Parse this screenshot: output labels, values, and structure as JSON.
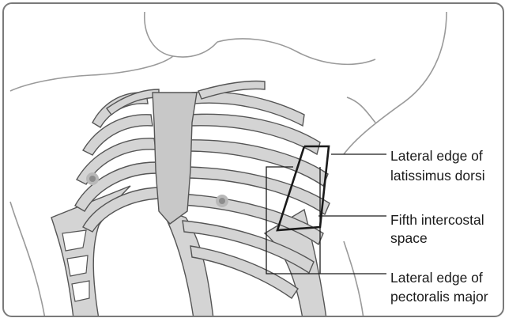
{
  "labels": {
    "latissimus_line1": "Lateral edge of",
    "latissimus_line2": "latissimus dorsi",
    "intercostal_line1": "Fifth intercostal",
    "intercostal_line2": "space",
    "pectoralis_line1": "Lateral edge of",
    "pectoralis_line2": "pectoralis major"
  },
  "colors": {
    "frame": "#7a7a7a",
    "skin_outline": "#9a9a9a",
    "rib_fill": "#d4d4d4",
    "rib_outline": "#555555",
    "sternum_fill": "#c8c8c8",
    "nipple": "#8c8c8c",
    "marker_lines": "#1a1a1a"
  }
}
